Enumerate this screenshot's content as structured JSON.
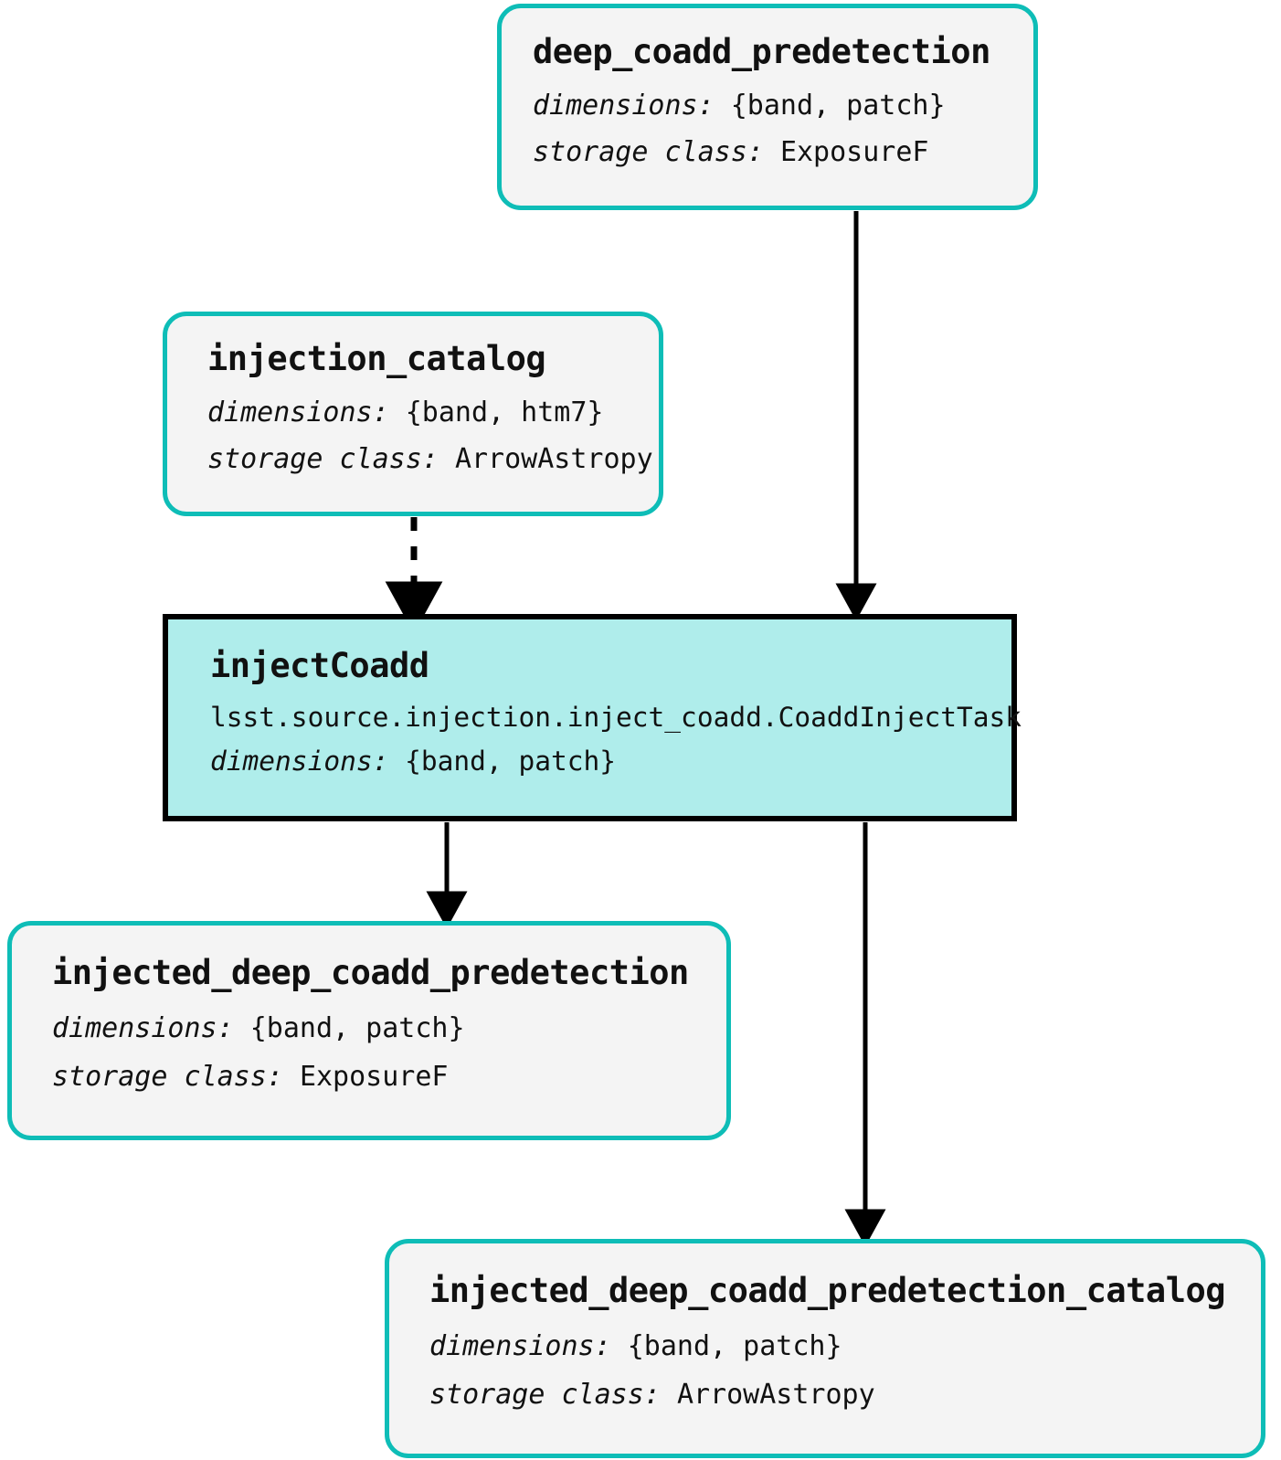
{
  "diagram": {
    "type": "pipeline-dag",
    "colors": {
      "dataset_border": "#0EBDB7",
      "dataset_fill": "#F4F4F4",
      "task_border": "#000000",
      "task_fill": "#AFEDEB",
      "edge": "#000000"
    },
    "labels": {
      "dimensions_key": "dimensions:",
      "storage_class_key": "storage class:"
    },
    "nodes": [
      {
        "id": "deep_coadd_predetection",
        "kind": "dataset",
        "title": "deep_coadd_predetection",
        "dimensions": "{band, patch}",
        "storage_class": "ExposureF"
      },
      {
        "id": "injection_catalog",
        "kind": "dataset",
        "title": "injection_catalog",
        "dimensions": "{band, htm7}",
        "storage_class": "ArrowAstropy"
      },
      {
        "id": "injectCoadd",
        "kind": "task",
        "title": "injectCoadd",
        "task_class": "lsst.source.injection.inject_coadd.CoaddInjectTask",
        "dimensions": "{band, patch}"
      },
      {
        "id": "injected_deep_coadd_predetection",
        "kind": "dataset",
        "title": "injected_deep_coadd_predetection",
        "dimensions": "{band, patch}",
        "storage_class": "ExposureF"
      },
      {
        "id": "injected_deep_coadd_predetection_catalog",
        "kind": "dataset",
        "title": "injected_deep_coadd_predetection_catalog",
        "dimensions": "{band, patch}",
        "storage_class": "ArrowAstropy"
      }
    ],
    "edges": [
      {
        "from": "deep_coadd_predetection",
        "to": "injectCoadd",
        "style": "solid"
      },
      {
        "from": "injection_catalog",
        "to": "injectCoadd",
        "style": "dashed"
      },
      {
        "from": "injectCoadd",
        "to": "injected_deep_coadd_predetection",
        "style": "solid"
      },
      {
        "from": "injectCoadd",
        "to": "injected_deep_coadd_predetection_catalog",
        "style": "solid"
      }
    ]
  }
}
